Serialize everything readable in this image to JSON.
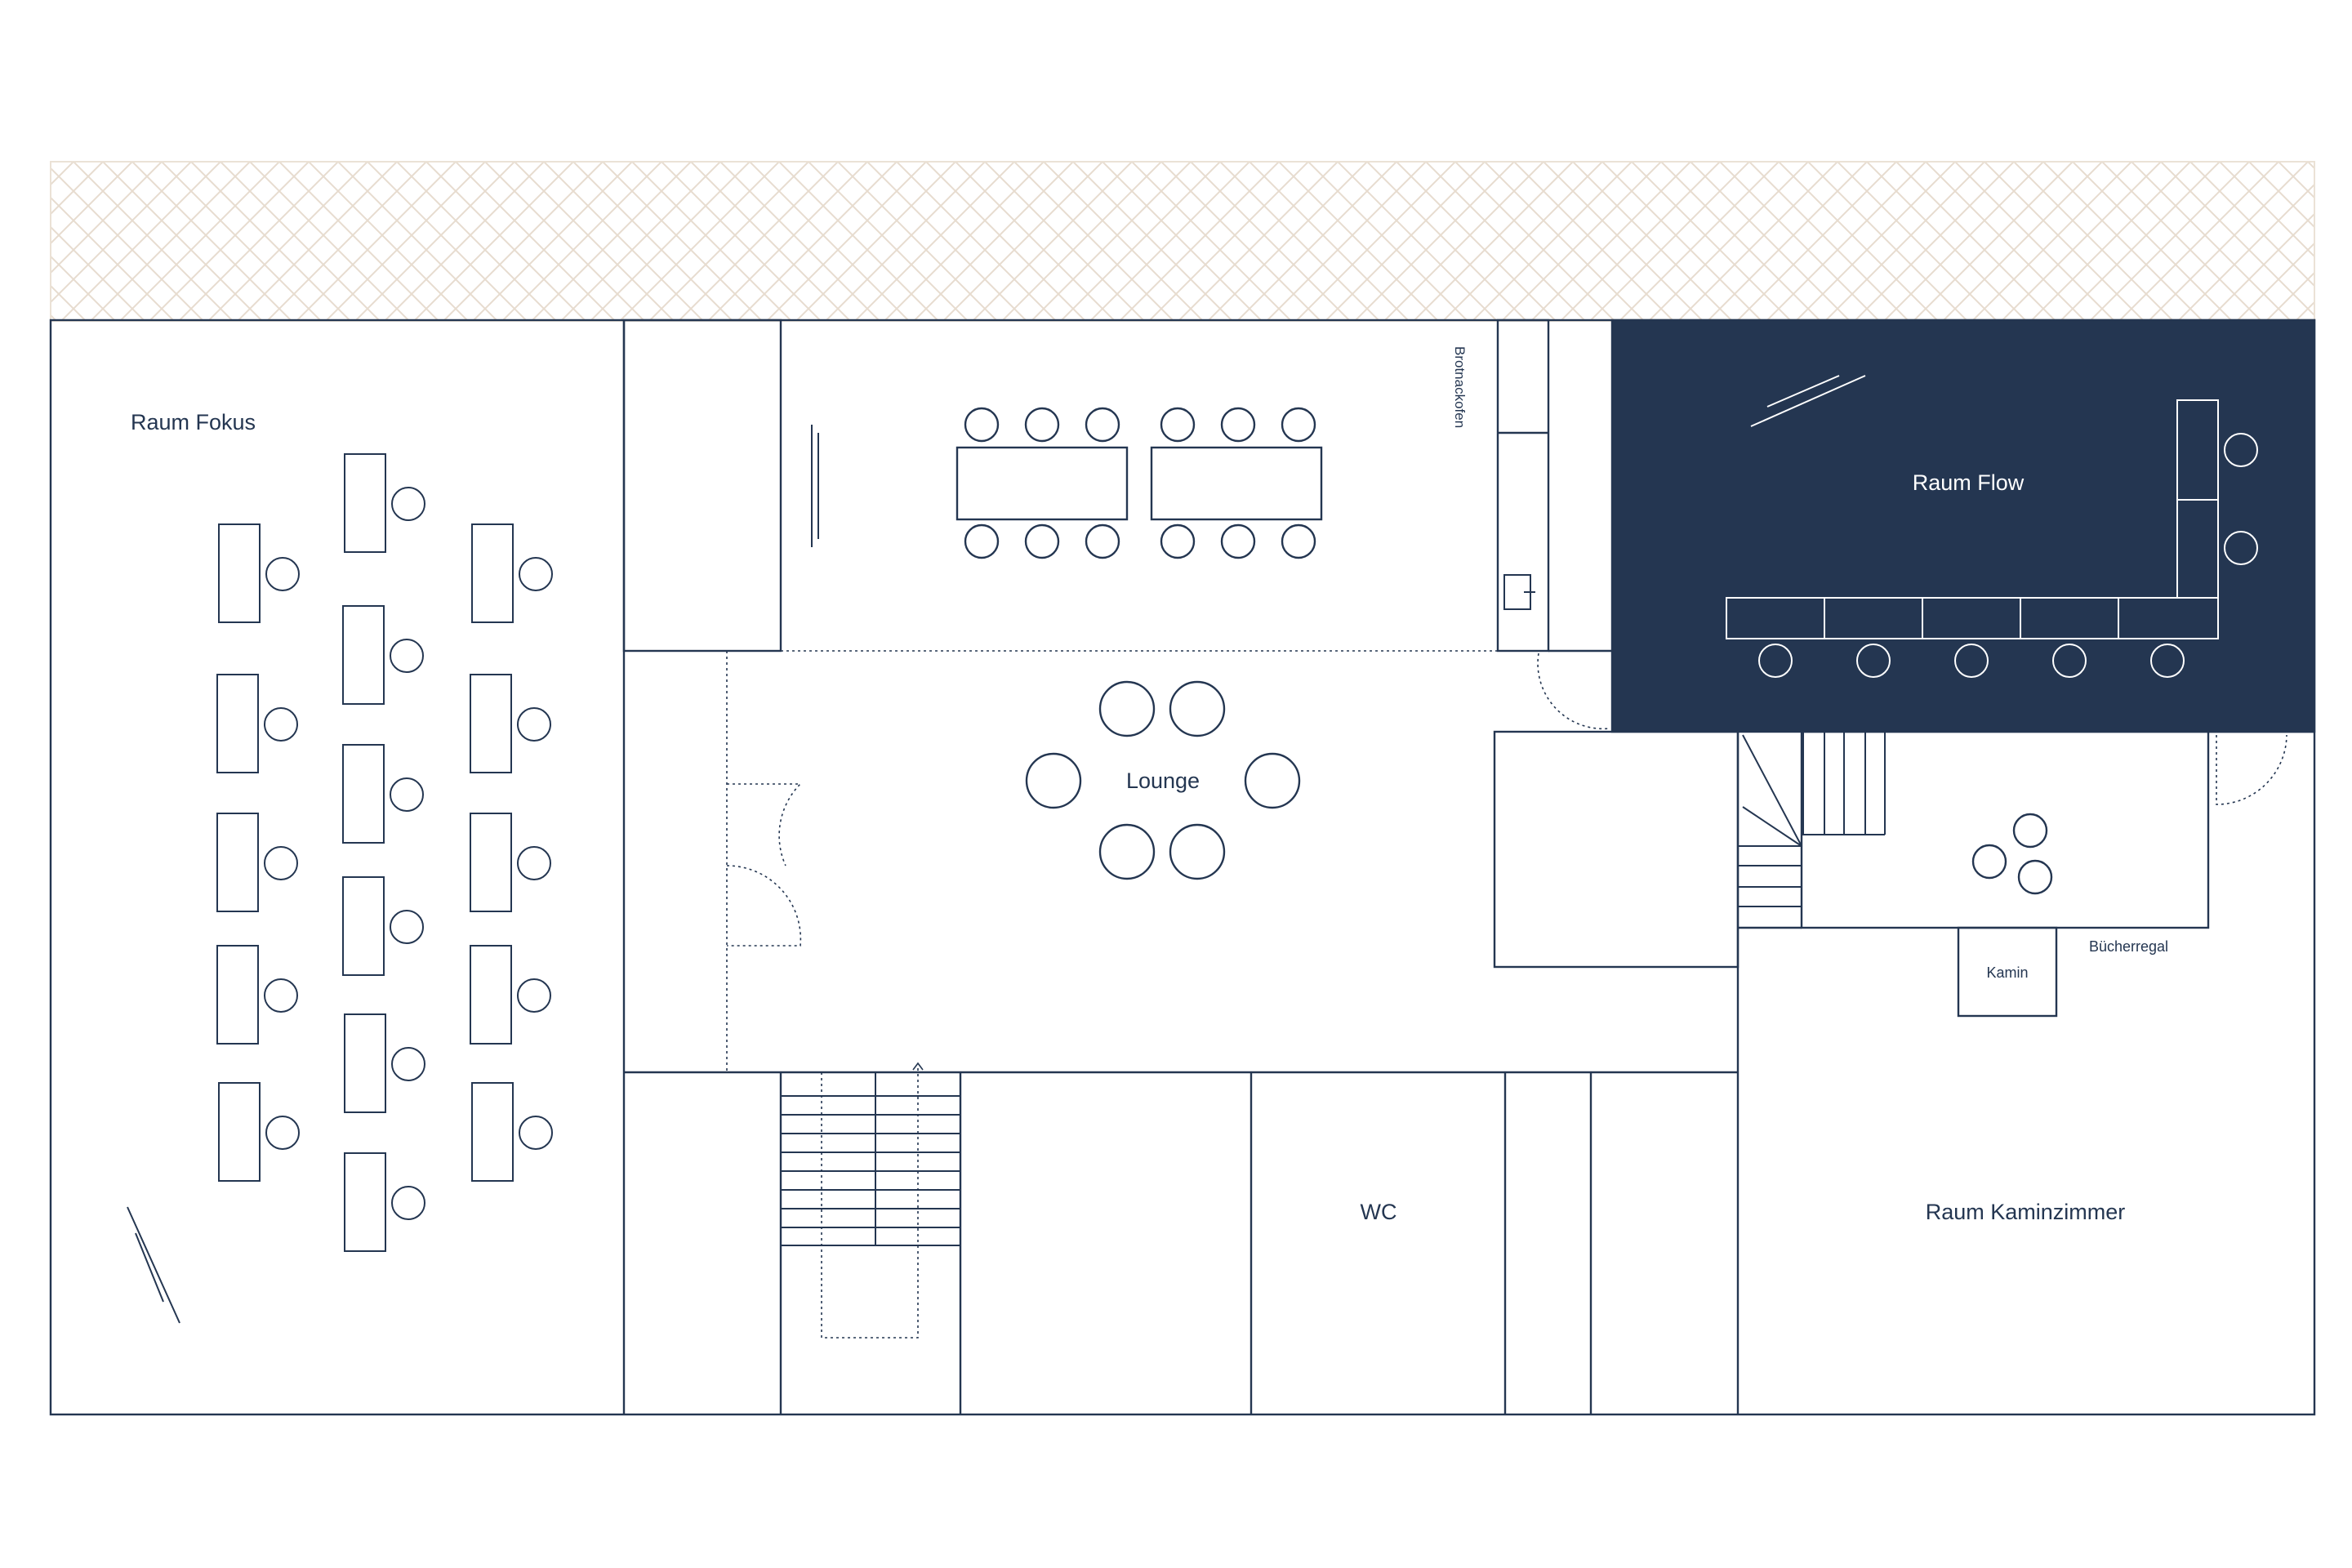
{
  "floorplan": {
    "rooms": {
      "fokus": "Raum Fokus",
      "flow": "Raum Flow",
      "lounge": "Lounge",
      "wc": "WC",
      "kaminzimmer": "Raum Kaminzimmer"
    },
    "labels": {
      "brotbackofen": "Brotnackofen",
      "kamin": "Kamin",
      "buecherregal": "Bücherregal"
    },
    "highlighted_room": "Raum Flow",
    "colors": {
      "line": "#243651",
      "highlight_fill": "#243651",
      "highlight_text": "#ffffff",
      "terrace_hatch": "#e8ddd0",
      "background": "#ffffff"
    },
    "icons": [
      "up-arrow-icon"
    ]
  }
}
